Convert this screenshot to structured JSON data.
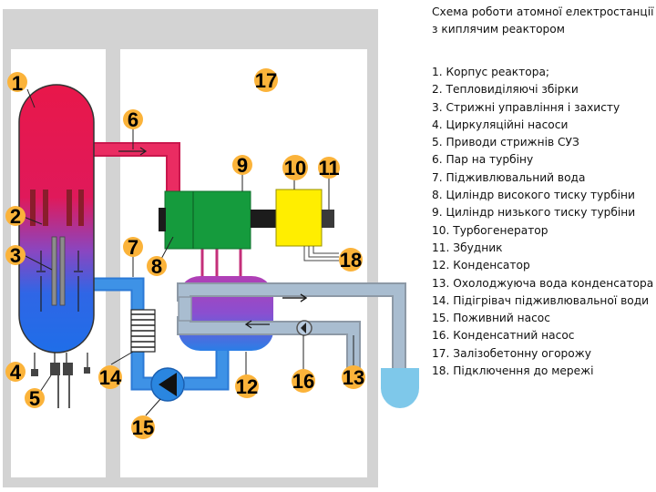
{
  "colors": {
    "wall": "#cfcfcf",
    "reactor_steam": "#e8174a",
    "reactor_water": "#1f6ee8",
    "steam_pipe": "#e51d5a",
    "turbine_green": "#149a3c",
    "generator_yellow": "#ffee00",
    "condenser_purple": "#9b3fb0",
    "feed_water": "#3b8ee0",
    "cooling_pipe": "#9fb4c8",
    "reservoir": "#7ec8ea",
    "label_disc": "#fbb33a"
  },
  "title": "Схема роботи атомної електростанції з киплячим реактором",
  "legend": [
    "1. Корпус реактора;",
    "2. Тепловиділяючі збірки",
    "3. Стрижні управління і захисту",
    "4. Циркуляційні насоси",
    "5. Приводи стрижнів СУЗ",
    "6. Пар на турбіну",
    "7. Підживлювальний вода",
    "8. Циліндр високого тиску турбіни",
    "9. Циліндр низького тиску турбіни",
    "10. Турбогенератор",
    "11. Збудник",
    "12. Конденсатор",
    "13. Охолоджуюча вода конденсатора",
    "14. Підігрівач підживлювальної води",
    "15. Поживний насос",
    "16. Конденсатний насос",
    "17. Залізобетонну огорожу",
    "18. Підключення до мережі"
  ],
  "callouts": [
    "1",
    "2",
    "3",
    "4",
    "5",
    "6",
    "7",
    "8",
    "9",
    "10",
    "11",
    "12",
    "13",
    "14",
    "15",
    "16",
    "17",
    "18"
  ]
}
